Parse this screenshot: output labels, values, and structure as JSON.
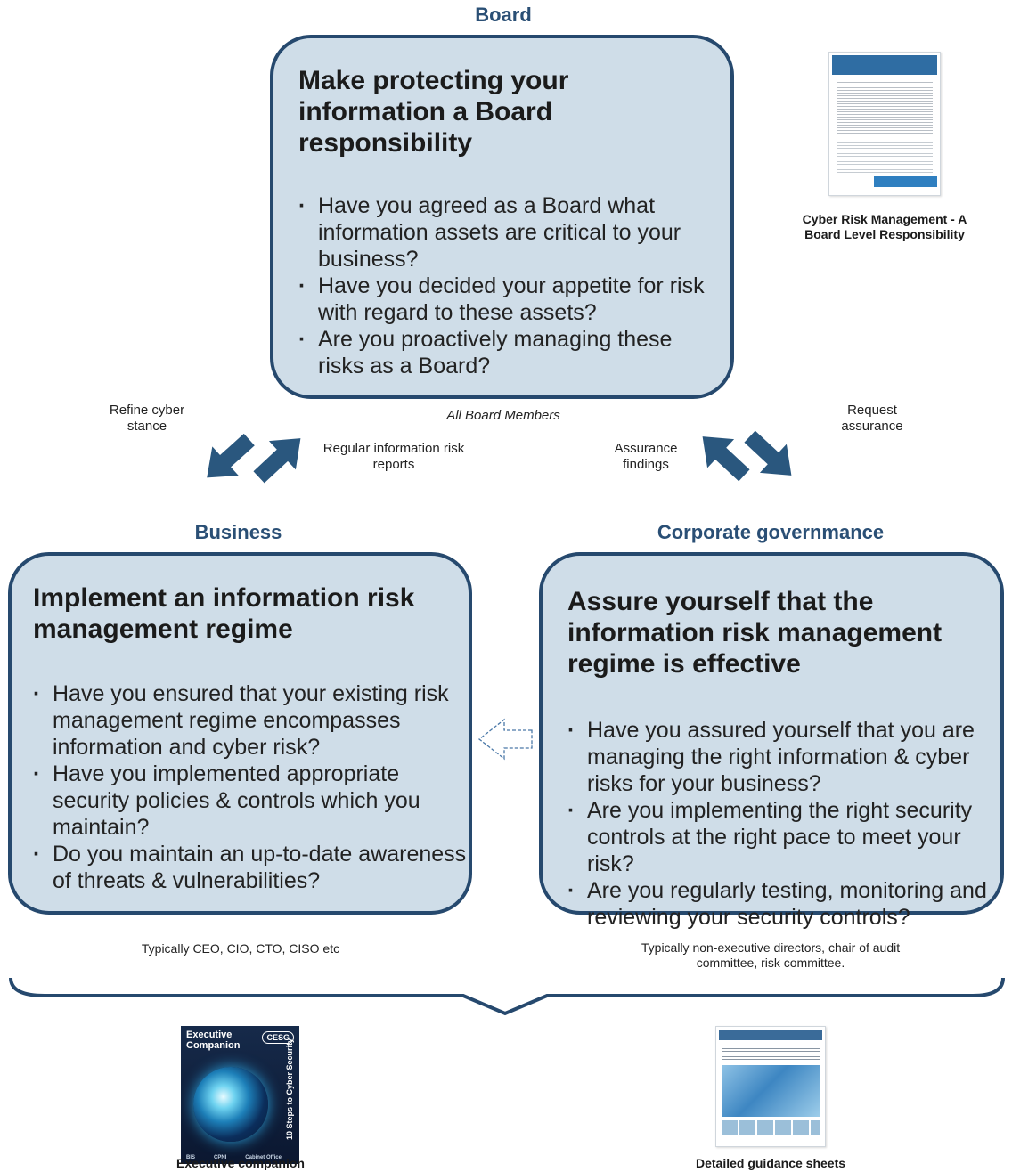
{
  "board": {
    "section_label": "Board",
    "title": "Make protecting your information a Board responsibility",
    "bullets": [
      "Have you agreed as a Board what information assets are critical to your business?",
      "Have you decided your appetite for risk with regard to these assets?",
      "Are you proactively managing these risks as a Board?"
    ],
    "footer": "All Board Members"
  },
  "business": {
    "section_label": "Business",
    "title": "Implement an information risk management regime",
    "bullets": [
      "Have you ensured that your existing risk management regime encompasses information and cyber risk?",
      "Have you implemented appropriate security policies & controls which you maintain?",
      "Do you maintain an up-to-date awareness of threats & vulnerabilities?"
    ],
    "footer": "Typically CEO, CIO, CTO, CISO etc"
  },
  "governance": {
    "section_label": "Corporate governmance",
    "title": "Assure yourself that the information risk management regime is effective",
    "bullets": [
      "Have you assured yourself that you are managing the right information & cyber risks for your business?",
      "Are you implementing the right security controls at the right pace to meet your risk?",
      "Are you regularly testing, monitoring and reviewing your security controls?"
    ],
    "footer": "Typically non-executive directors, chair of audit committee, risk committee."
  },
  "flows": {
    "refine": "Refine cyber stance",
    "reports": "Regular information risk reports",
    "findings": "Assurance findings",
    "request": "Request assurance"
  },
  "documents": {
    "cyber_risk_caption": "Cyber Risk Management - A Board Level Responsibility",
    "executive_caption": "Executive companion",
    "guidance_caption": "Detailed guidance sheets",
    "executive_cover_title": "Executive Companion",
    "executive_cover_spine": "10 Steps to Cyber Security",
    "executive_cover_badge": "CESG",
    "executive_cover_logos": [
      "BIS",
      "CPNI",
      "Cabinet Office"
    ]
  },
  "colors": {
    "box_fill": "#cfdde8",
    "box_border": "#26496e",
    "arrow": "#2a577e",
    "label": "#2a4f75"
  }
}
